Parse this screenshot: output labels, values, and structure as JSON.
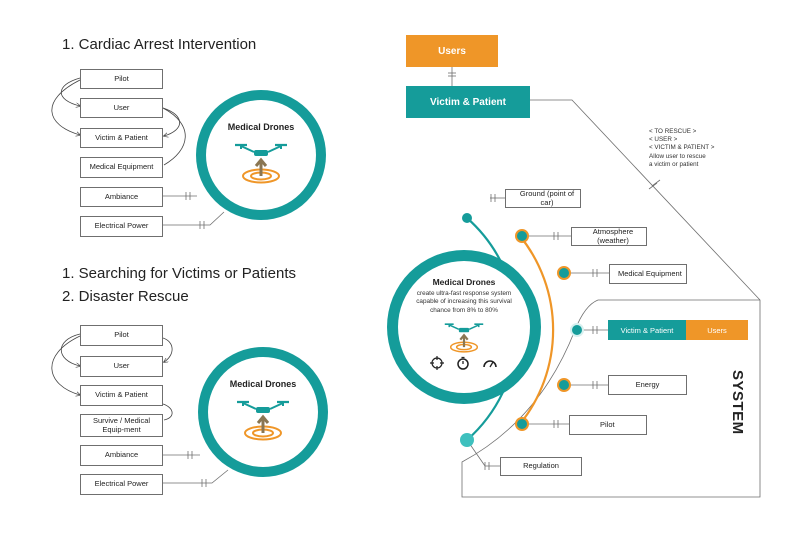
{
  "left": {
    "section1": {
      "heading": "1. Cardiac Arrest Intervention",
      "items": [
        "Pilot",
        "User",
        "Victim & Patient",
        "Medical Equipment",
        "Ambiance",
        "Electrical Power"
      ],
      "circle_title": "Medical Drones"
    },
    "section2": {
      "heading_a": "1.  Searching for Victims or Patients",
      "heading_b": "2. Disaster Rescue",
      "items": [
        "Pilot",
        "User",
        "Victim & Patient",
        "Survive / Medical Equip-ment",
        "Ambiance",
        "Electrical Power"
      ],
      "circle_title": "Medical Drones"
    }
  },
  "right": {
    "users_label": "Users",
    "victim_label": "Victim & Patient",
    "note": [
      "< TO RESCUE >",
      "< USER >",
      "< VICTIM & PATIENT >",
      "Allow user to rescue",
      "a victim or patient"
    ],
    "center_title": "Medical Drones",
    "center_desc": "create ultra-fast response system capable of increasing this survival chance from 8% to 80%",
    "icons": [
      "crosshair-icon",
      "stopwatch-icon",
      "speedometer-icon"
    ],
    "system_label": "SYSTEM",
    "boxes": {
      "ground": "Ground (point of car)",
      "atmosphere": "Atmosphere (weather)",
      "medical": "Medical Equipment",
      "victim": "Victim & Patient",
      "users": "Users",
      "energy": "Energy",
      "pilot": "Pilot",
      "regulation": "Regulation"
    }
  },
  "colors": {
    "teal": "#159c9a",
    "orange": "#ef9628",
    "line": "#6f6f6f",
    "arrow": "#a78a5a"
  }
}
